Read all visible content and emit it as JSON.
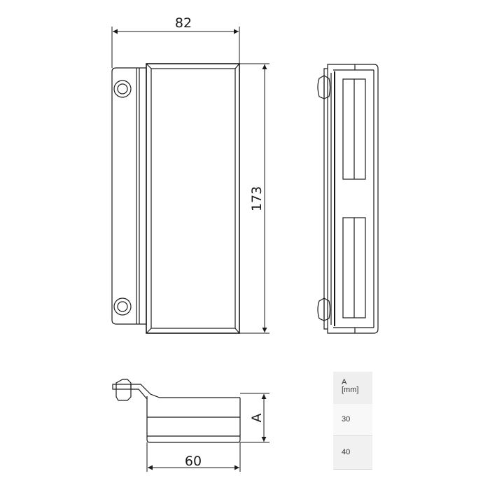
{
  "drawing": {
    "front_view": {
      "width_dimension": "82",
      "height_dimension": "173"
    },
    "bottom_view": {
      "depth_dimension": "60",
      "variable_dimension": "A"
    }
  },
  "table": {
    "header_line1": "A",
    "header_line2": "[mm]",
    "rows": [
      "30",
      "40"
    ]
  },
  "colors": {
    "line": "#1a1a1a",
    "table_header_bg": "#efefef",
    "table_row1_bg": "#f8f8f8",
    "table_row2_bg": "#f1f1f1"
  }
}
